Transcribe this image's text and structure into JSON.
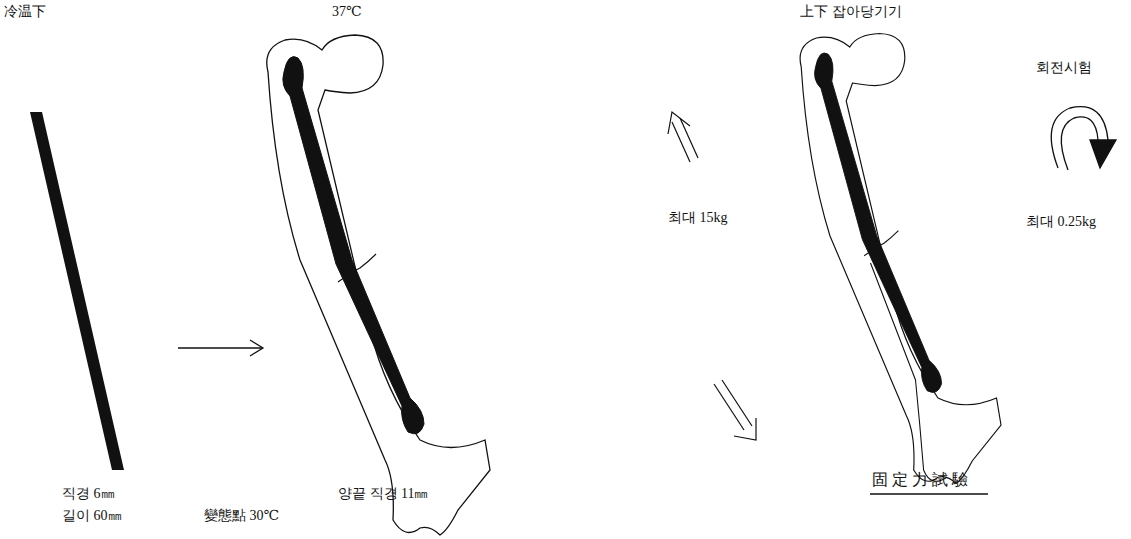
{
  "diagram": {
    "caption": "固定力試驗",
    "labels": [
      "冷温下",
      "37℃",
      "上下 잡아당기기",
      "회전시험",
      "최대 15kg",
      "최대 0.25kg",
      "직경 6㎜",
      "길이 60㎜",
      "變態點 30℃",
      "양끝 직경 11㎜"
    ]
  }
}
